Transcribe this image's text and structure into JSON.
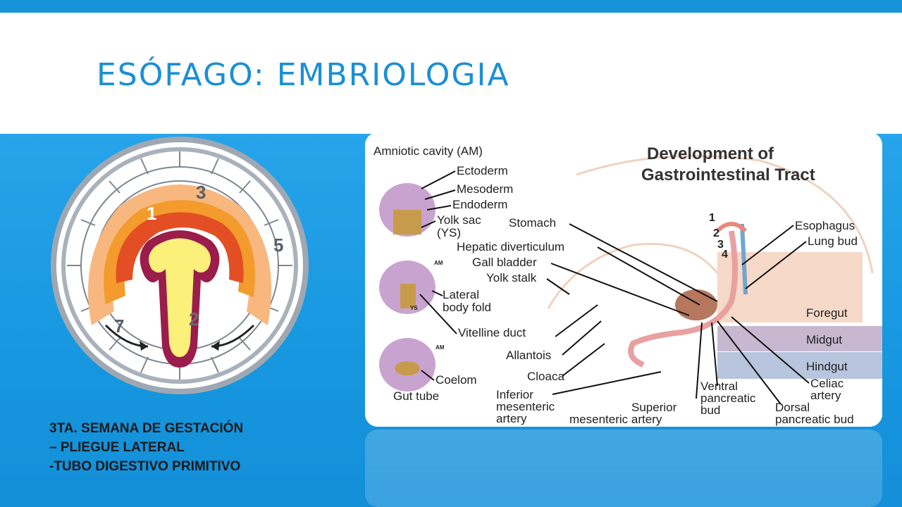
{
  "slide": {
    "title": "ESÓFAGO: EMBRIOLOGIA",
    "caption": [
      "3TA. SEMANA DE GESTACIÓN",
      "– PLIEGUE LATERAL",
      "-TUBO DIGESTIVO PRIMITIVO"
    ]
  },
  "left_figure": {
    "numbers": [
      "1",
      "2",
      "3",
      "5",
      "7"
    ]
  },
  "right_figure": {
    "title_line1": "Development of",
    "title_line2": "Gastrointestinal Tract",
    "labels": {
      "amniotic": "Amniotic cavity (AM)",
      "ectoderm": "Ectoderm",
      "mesoderm": "Mesoderm",
      "endoderm": "Endoderm",
      "yolk_sac1": "Yolk sac",
      "yolk_sac2": "(YS)",
      "lateral1": "Lateral",
      "lateral2": "body fold",
      "vitelline": "Vitelline duct",
      "coelom": "Coelom",
      "gut_tube": "Gut tube",
      "stomach": "Stomach",
      "hepatic": "Hepatic diverticulum",
      "gall": "Gall bladder",
      "yolk_stalk": "Yolk stalk",
      "allantois": "Allantois",
      "cloaca": "Cloaca",
      "inferior1": "Inferior",
      "inferior2": "mesenteric",
      "inferior3": "artery",
      "superior1": "Superior",
      "superior2": "mesenteric artery",
      "ventral1": "Ventral",
      "ventral2": "pancreatic",
      "ventral3": "bud",
      "dorsal1": "Dorsal",
      "dorsal2": "pancreatic bud",
      "celiac1": "Celiac",
      "celiac2": "artery",
      "esophagus": "Esophagus",
      "lung_bud": "Lung bud",
      "foregut": "Foregut",
      "midgut": "Midgut",
      "hindgut": "Hindgut",
      "n1": "1",
      "n2": "2",
      "n3": "3",
      "n4": "4",
      "am_a": "AM",
      "am_b": "AM",
      "ys": "YS"
    }
  }
}
